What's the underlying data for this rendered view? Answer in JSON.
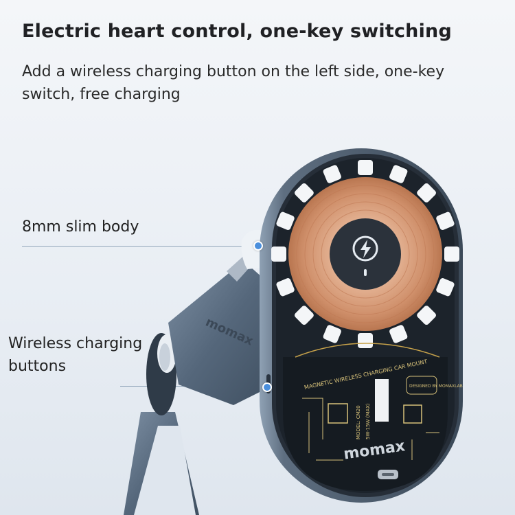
{
  "headline": "Electric heart control, one-key switching",
  "subline": "Add a wireless charging button on the left side, one-key switch, free charging",
  "callouts": {
    "slim_body": "8mm slim body",
    "wireless_buttons": "Wireless charging buttons"
  },
  "product": {
    "brand_logo": "momax",
    "pcb_ring_text": "MAGNETIC WIRELESS CHARGING CAR MOUNT",
    "designer_text": "DESIGNED BY MOMAXLAB",
    "model_text": "MODEL: CM20",
    "power_text": "5W-15W (MAX)",
    "center_icon": "wireless-charging-bolt-icon"
  },
  "colors": {
    "accent_dot": "#4b8fdc",
    "coil_copper": "#d59a78",
    "body_metal": "#5e6e80"
  }
}
